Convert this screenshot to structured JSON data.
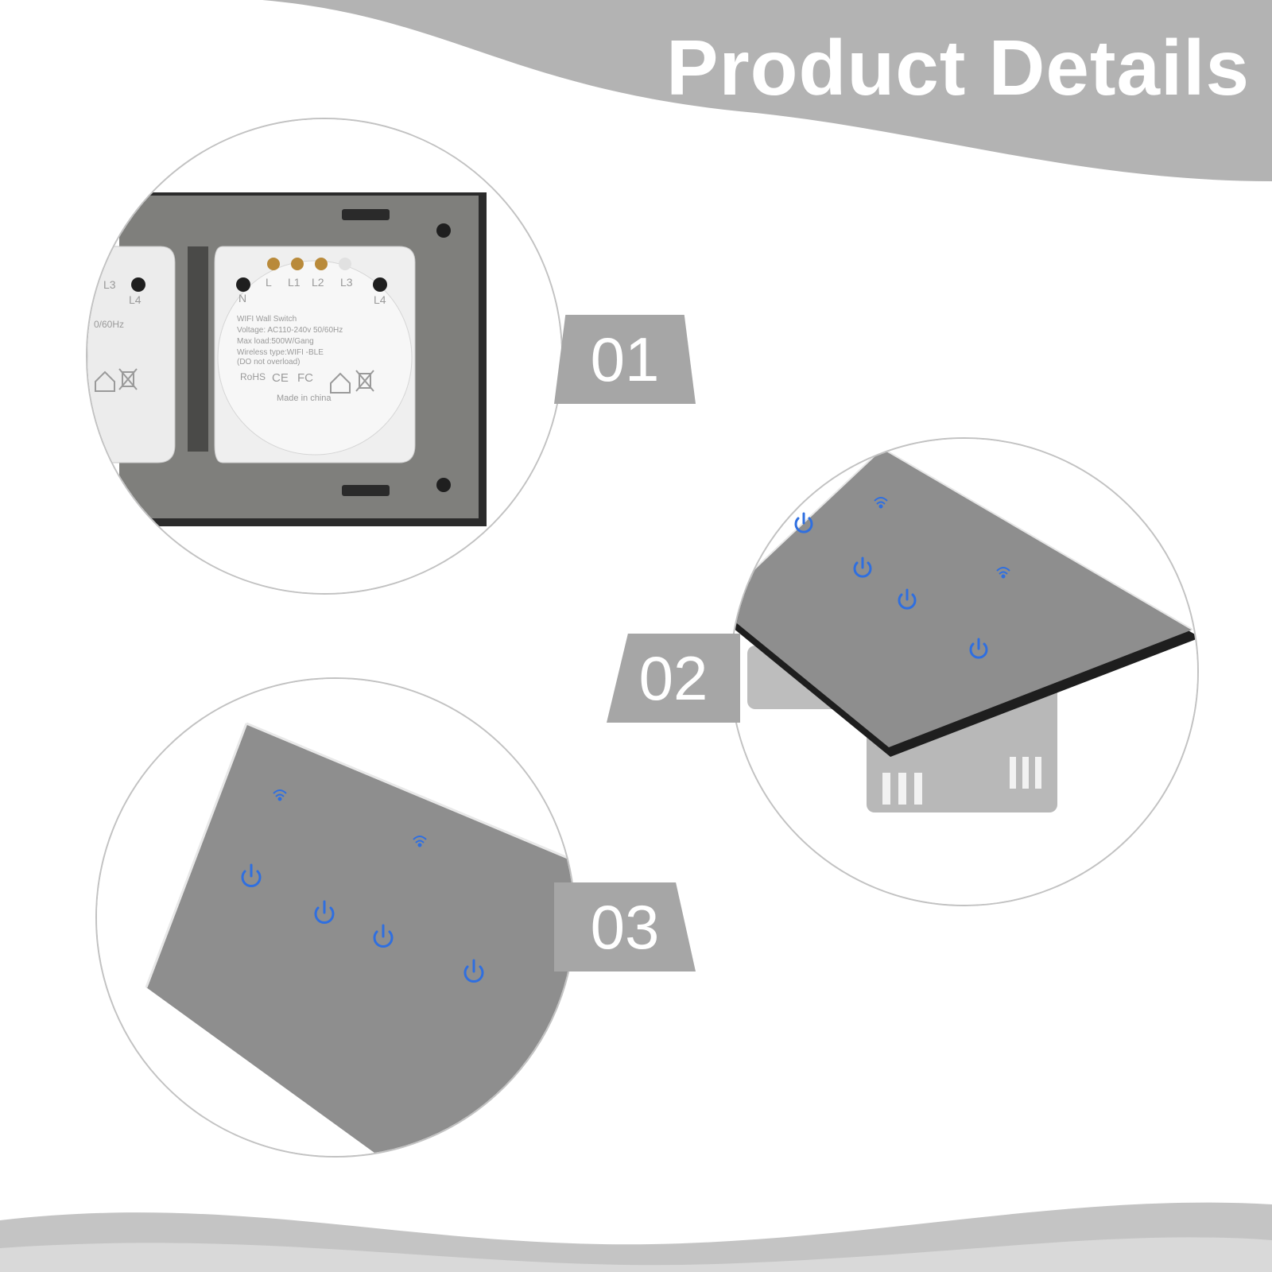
{
  "header": {
    "title": "Product Details"
  },
  "callouts": [
    {
      "label": "01"
    },
    {
      "label": "02"
    },
    {
      "label": "03"
    }
  ],
  "module_label": {
    "terminals": [
      "L",
      "L1",
      "L2",
      "L3"
    ],
    "n_terminal": "N",
    "l4_terminal": "L4",
    "left_l3": "L3",
    "left_l4": "L4",
    "left_freq": "0/60Hz",
    "lines": [
      "WIFI Wall Switch",
      "Voltage: AC110-240v 50/60Hz",
      "Max load:500W/Gang",
      "Wireless type:WIFI -BLE",
      "(DO not overload)"
    ],
    "certs": [
      "RoHS",
      "CE",
      "FC"
    ],
    "origin": "Made in china"
  },
  "colors": {
    "banner_gray": "#b3b3b3",
    "panel_gray": "#8e8e8e",
    "touch_blue": "#2f6fe0",
    "tag_gray": "#a6a6a6"
  },
  "icons": [
    "power-icon",
    "wifi-icon",
    "house-icon",
    "weee-bin-icon"
  ]
}
